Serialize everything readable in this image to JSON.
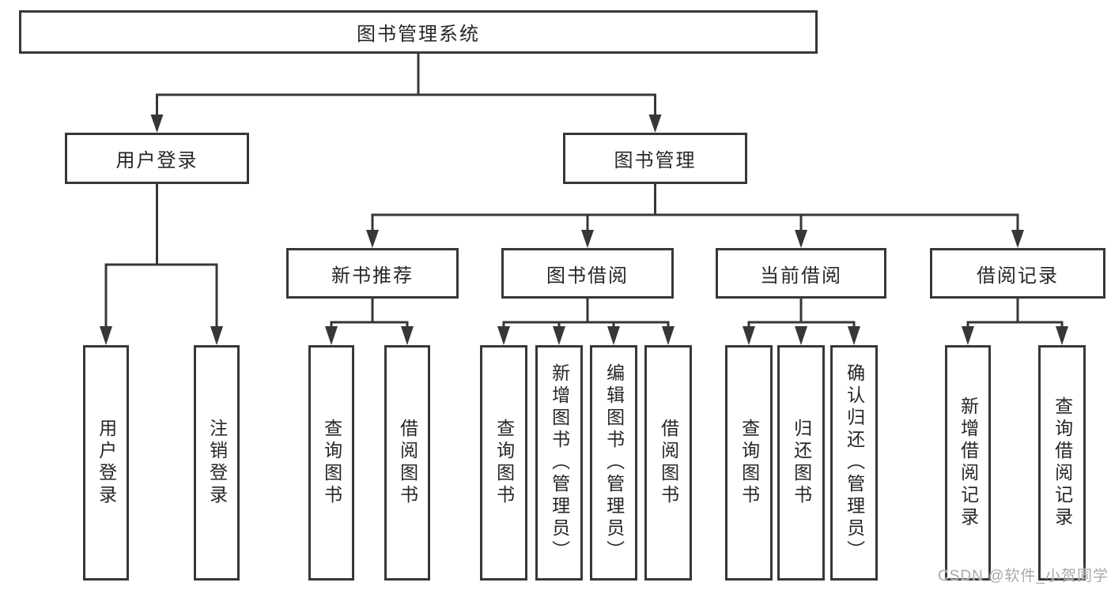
{
  "diagram": {
    "title": "图书管理系统",
    "root": {
      "label": "图书管理系统"
    },
    "level2": {
      "user_login": {
        "label": "用户登录"
      },
      "book_management": {
        "label": "图书管理"
      }
    },
    "level3": {
      "new_book_recommend": {
        "label": "新书推荐"
      },
      "book_borrow": {
        "label": "图书借阅"
      },
      "current_borrow": {
        "label": "当前借阅"
      },
      "borrow_record": {
        "label": "借阅记录"
      }
    },
    "leaves": {
      "user_login": [
        "用户登录",
        "注销登录"
      ],
      "new_book_recommend": [
        "查询图书",
        "借阅图书"
      ],
      "book_borrow": [
        "查询图书",
        "新增图书（管理员）",
        "编辑图书（管理员）",
        "借阅图书"
      ],
      "current_borrow": [
        "查询图书",
        "归还图书",
        "确认归还（管理员）"
      ],
      "borrow_record": [
        "新增借阅记录",
        "查询借阅记录"
      ]
    },
    "colors": {
      "line": "#373737",
      "text": "#262626",
      "background": "#ffffff",
      "watermark": "#a9a9a9"
    },
    "watermark": "CSDN @软件_小贺同学"
  }
}
